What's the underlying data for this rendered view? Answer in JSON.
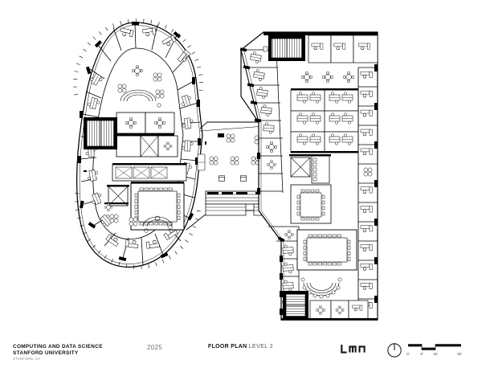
{
  "sheet": {
    "background": "#ffffff",
    "ink": "#000000"
  },
  "titleblock": {
    "project_line1": "COMPUTING AND DATA SCIENCE",
    "project_line2": "STANFORD UNIVERSITY",
    "project_location": "STANFORD, CA",
    "year": "2025",
    "sheet_title_bold": "FLOOR PLAN",
    "sheet_title_light": "LEVEL 2",
    "firm_logo": "LMN",
    "north_arrow": "north-arrow",
    "scale": {
      "ticks": [
        "0'",
        "8'",
        "16'",
        "32'"
      ]
    }
  },
  "plan": {
    "name": "level-2-floor-plan",
    "wings": [
      {
        "id": "west-wing",
        "shape": "oval",
        "description": "Teardrop / oval office wing with radial perimeter offices and curtainwall fins"
      },
      {
        "id": "east-wing",
        "shape": "rectilinear-bar",
        "description": "Linear bar building with private offices on east edge and open workstations at centre"
      },
      {
        "id": "connector",
        "shape": "bridge",
        "description": "Central lounge / collaboration bridge with tiered stepped seating"
      }
    ],
    "rooms": [
      {
        "id": "west-conference-large",
        "label": "",
        "type": "conference"
      },
      {
        "id": "west-stair-core",
        "label": "",
        "type": "stair"
      },
      {
        "id": "west-elevator-core",
        "label": "",
        "type": "elevator"
      },
      {
        "id": "east-stair-north",
        "label": "",
        "type": "stair"
      },
      {
        "id": "east-stair-south",
        "label": "",
        "type": "stair"
      },
      {
        "id": "east-conference-board",
        "label": "",
        "type": "conference"
      },
      {
        "id": "east-lounge-amphitheatre",
        "label": "",
        "type": "lounge"
      }
    ]
  }
}
